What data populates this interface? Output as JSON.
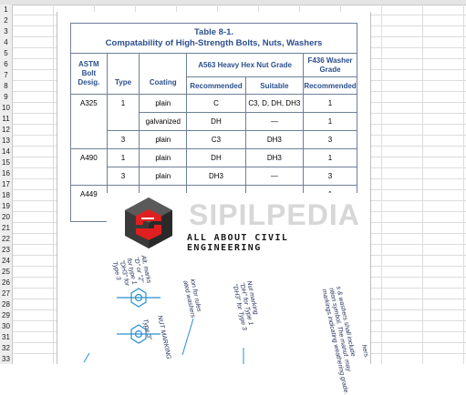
{
  "row_numbers": [
    "1",
    "2",
    "3",
    "4",
    "5",
    "6",
    "7",
    "8",
    "9",
    "10",
    "11",
    "12",
    "13",
    "14",
    "15",
    "16",
    "17",
    "18",
    "19",
    "20",
    "21",
    "22",
    "23",
    "24",
    "25",
    "26",
    "27",
    "28",
    "29",
    "30",
    "31",
    "32",
    "33"
  ],
  "table": {
    "title_line1": "Table 8-1.",
    "title_line2": "Compatability of High-Strength Bolts, Nuts, Washers",
    "col_astm": "ASTM\nBolt\nDesig.",
    "col_type": "Type",
    "col_coating": "Coating",
    "group_nut": "A563 Heavy Hex Nut Grade",
    "group_washer": "F436 Washer Grade",
    "sub_recommended": "Recommended",
    "sub_suitable": "Suitable",
    "sub_washer_recommended": "Recommended",
    "rows": [
      {
        "bolt": "A325",
        "type": "1",
        "coating": "plain",
        "rec": "C",
        "suit": "C3, D, DH, DH3",
        "washer": "1"
      },
      {
        "bolt": "",
        "type": "",
        "coating": "galvanized",
        "rec": "DH",
        "suit": "—",
        "washer": "1"
      },
      {
        "bolt": "",
        "type": "3",
        "coating": "plain",
        "rec": "C3",
        "suit": "DH3",
        "washer": "3"
      },
      {
        "bolt": "A490",
        "type": "1",
        "coating": "plain",
        "rec": "DH",
        "suit": "DH3",
        "washer": "1"
      },
      {
        "bolt": "",
        "type": "3",
        "coating": "plain",
        "rec": "DH3",
        "suit": "—",
        "washer": "3"
      },
      {
        "bolt": "A449",
        "type": "",
        "coating": "",
        "rec": "",
        "suit": "",
        "washer": "1"
      },
      {
        "bolt": "",
        "type": "",
        "coating": "",
        "rec": "",
        "suit": "",
        "washer": "1"
      }
    ]
  },
  "watermark": {
    "brand": "SIPILPEDIA",
    "tagline": "ALL ABOUT CIVIL ENGINEERING"
  },
  "notes": {
    "n1": "Alt. marks\n\"D\" or \"2\"\nfor type 1\n\"DH3\" for\nType 3",
    "n2": "Nut marking\n\"DH\" for Type 1\n\"DH3\" for Type 3",
    "n3": "Type 3\"",
    "n4": "NUT MARKING",
    "n5": "ion for rules\nated washers",
    "n6": "s & washers shall include\nntion symbol. The manuf. may\nmarkings indicating weathering grade.",
    "n7": "hers."
  }
}
